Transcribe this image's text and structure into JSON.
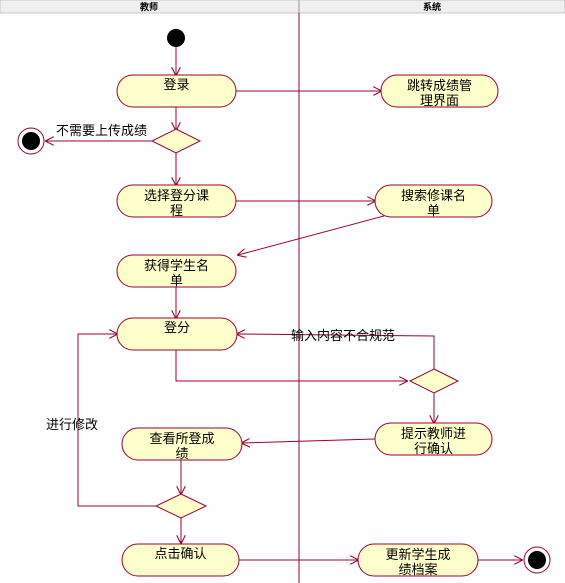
{
  "lanes": {
    "teacher": "教师",
    "system": "系统"
  },
  "nodes": {
    "login": [
      "登录"
    ],
    "select_course": [
      "选择登分课",
      "程"
    ],
    "get_list": [
      "获得学生名",
      "单"
    ],
    "grade": [
      "登分"
    ],
    "view_grades": [
      "查看所登成",
      "绩"
    ],
    "click_confirm": [
      "点击确认"
    ],
    "goto_page": [
      "跳转成绩管",
      "理界面"
    ],
    "search_list": [
      "搜索修课名",
      "单"
    ],
    "prompt_confirm": [
      "提示教师进",
      "行确认"
    ],
    "update_archive": [
      "更新学生成",
      "绩档案"
    ]
  },
  "edges": {
    "no_upload": "不需要上传成绩",
    "invalid_input": "输入内容不合规范",
    "modify": "进行修改"
  },
  "colors": {
    "node_fill": "#ffffcc",
    "stroke": "#990033",
    "lane_line": "#990033"
  }
}
